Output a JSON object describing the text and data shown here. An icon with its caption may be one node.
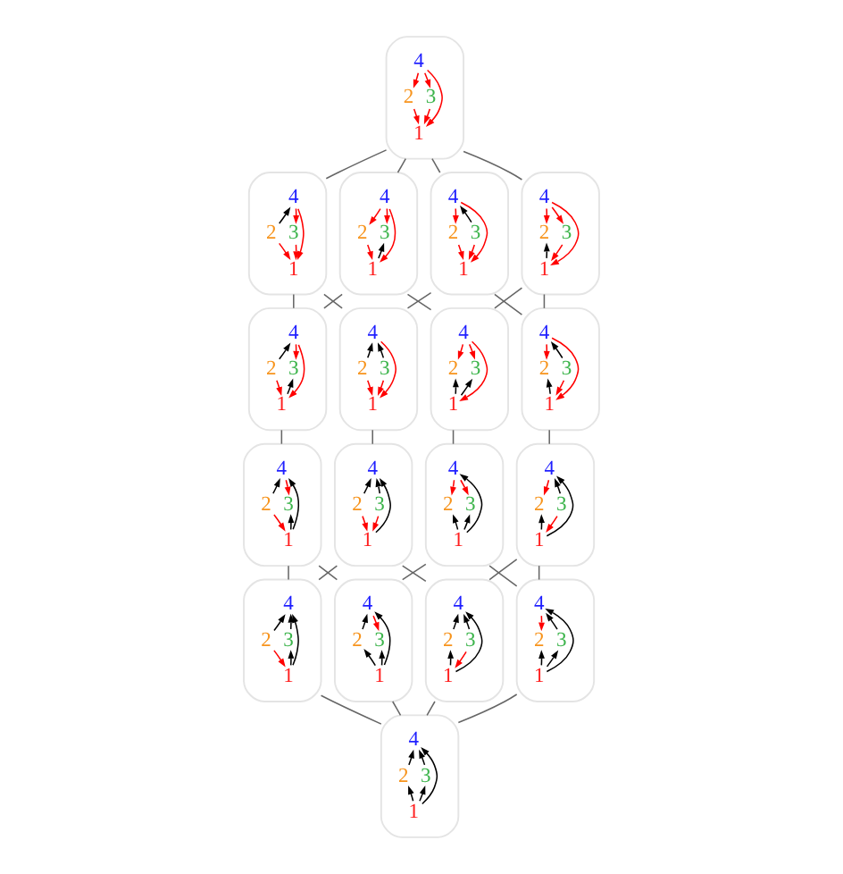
{
  "diagram": {
    "nodes": [
      {
        "text": [],
        "shape": "group"
      },
      {
        "text": [
          "4"
        ],
        "in": 0
      },
      {
        "text": [
          "2"
        ],
        "in": 0
      },
      {
        "text": [
          "3"
        ],
        "in": 0
      },
      {
        "text": [
          "1"
        ],
        "in": 0
      },
      {
        "text": [],
        "shape": "group"
      },
      {
        "text": [
          "4"
        ],
        "in": 5
      },
      {
        "text": [
          "2"
        ],
        "in": 5
      },
      {
        "text": [
          "3"
        ],
        "in": 5
      },
      {
        "text": [
          "1"
        ],
        "in": 5
      },
      {
        "text": [],
        "shape": "group"
      },
      {
        "text": [
          "4"
        ],
        "in": 10
      },
      {
        "text": [
          "2"
        ],
        "in": 10
      },
      {
        "text": [
          "3"
        ],
        "in": 10
      },
      {
        "text": [
          "1"
        ],
        "in": 10
      },
      {
        "text": [],
        "shape": "group"
      },
      {
        "text": [
          "4"
        ],
        "in": 15
      },
      {
        "text": [
          "2"
        ],
        "in": 15
      },
      {
        "text": [
          "3"
        ],
        "in": 15
      },
      {
        "text": [
          "1"
        ],
        "in": 15
      },
      {
        "text": [],
        "shape": "group"
      },
      {
        "text": [
          "4"
        ],
        "in": 20
      },
      {
        "text": [
          "2"
        ],
        "in": 20
      },
      {
        "text": [
          "3"
        ],
        "in": 20
      },
      {
        "text": [
          "1"
        ],
        "in": 20
      },
      {
        "text": [],
        "shape": "group"
      },
      {
        "text": [
          "4"
        ],
        "in": 25
      },
      {
        "text": [
          "2"
        ],
        "in": 25
      },
      {
        "text": [
          "3"
        ],
        "in": 25
      },
      {
        "text": [
          "1"
        ],
        "in": 25
      },
      {
        "text": [],
        "shape": "group"
      },
      {
        "text": [
          "4"
        ],
        "in": 30
      },
      {
        "text": [
          "2"
        ],
        "in": 30
      },
      {
        "text": [
          "3"
        ],
        "in": 30
      },
      {
        "text": [
          "1"
        ],
        "in": 30
      },
      {
        "text": [],
        "shape": "group"
      },
      {
        "text": [
          "4"
        ],
        "in": 35
      },
      {
        "text": [
          "2"
        ],
        "in": 35
      },
      {
        "text": [
          "3"
        ],
        "in": 35
      },
      {
        "text": [
          "1"
        ],
        "in": 35
      },
      {
        "text": [],
        "shape": "group"
      },
      {
        "text": [
          "4"
        ],
        "in": 40
      },
      {
        "text": [
          "2"
        ],
        "in": 40
      },
      {
        "text": [
          "3"
        ],
        "in": 40
      },
      {
        "text": [
          "1"
        ],
        "in": 40
      },
      {
        "text": [],
        "shape": "group"
      },
      {
        "text": [
          "4"
        ],
        "in": 45
      },
      {
        "text": [
          "2"
        ],
        "in": 45
      },
      {
        "text": [
          "3"
        ],
        "in": 45
      },
      {
        "text": [
          "1"
        ],
        "in": 45
      },
      {
        "text": [],
        "shape": "group"
      },
      {
        "text": [
          "4"
        ],
        "in": 50
      },
      {
        "text": [
          "2"
        ],
        "in": 50
      },
      {
        "text": [
          "3"
        ],
        "in": 50
      },
      {
        "text": [
          "1"
        ],
        "in": 50
      },
      {
        "text": [],
        "shape": "group"
      },
      {
        "text": [
          "4"
        ],
        "in": 55
      },
      {
        "text": [
          "2"
        ],
        "in": 55
      },
      {
        "text": [
          "3"
        ],
        "in": 55
      },
      {
        "text": [
          "1"
        ],
        "in": 55
      },
      {
        "text": [],
        "shape": "group"
      },
      {
        "text": [
          "4"
        ],
        "in": 60
      },
      {
        "text": [
          "2"
        ],
        "in": 60
      },
      {
        "text": [
          "3"
        ],
        "in": 60
      },
      {
        "text": [
          "1"
        ],
        "in": 60
      },
      {
        "text": [],
        "shape": "group"
      },
      {
        "text": [
          "4"
        ],
        "in": 65
      },
      {
        "text": [
          "2"
        ],
        "in": 65
      },
      {
        "text": [
          "3"
        ],
        "in": 65
      },
      {
        "text": [
          "1"
        ],
        "in": 65
      },
      {
        "text": [],
        "shape": "group"
      },
      {
        "text": [
          "4"
        ],
        "in": 70
      },
      {
        "text": [
          "2"
        ],
        "in": 70
      },
      {
        "text": [
          "3"
        ],
        "in": 70
      },
      {
        "text": [
          "1"
        ],
        "in": 70
      },
      {
        "text": [],
        "shape": "group"
      },
      {
        "text": [
          "4"
        ],
        "in": 75
      },
      {
        "text": [
          "2"
        ],
        "in": 75
      },
      {
        "text": [
          "3"
        ],
        "in": 75
      },
      {
        "text": [
          "1"
        ],
        "in": 75
      },
      {
        "text": [],
        "shape": "group"
      },
      {
        "text": [
          "4"
        ],
        "in": 80
      },
      {
        "text": [
          "2"
        ],
        "in": 80
      },
      {
        "text": [
          "3"
        ],
        "in": 80
      },
      {
        "text": [
          "1"
        ],
        "in": 80
      },
      {
        "text": [],
        "shape": "group"
      },
      {
        "text": [
          "4"
        ],
        "in": 85
      },
      {
        "text": [
          "2"
        ],
        "in": 85
      },
      {
        "text": [
          "3"
        ],
        "in": 85
      },
      {
        "text": [
          "1"
        ],
        "in": 85
      }
    ],
    "edges": [
      {
        "from": 1,
        "to": 2,
        "arrow": "to",
        "color": "#ff0000"
      },
      {
        "from": 1,
        "to": 3,
        "arrow": "to",
        "color": "#ff0000"
      },
      {
        "from": 1,
        "to": 4,
        "arrow": "to",
        "color": "#ff0000"
      },
      {
        "from": 2,
        "to": 4,
        "arrow": "to",
        "color": "#ff0000"
      },
      {
        "from": 3,
        "to": 4,
        "arrow": "to",
        "color": "#ff0000"
      },
      {
        "from": 6,
        "to": 7,
        "arrow": "to",
        "color": "#ff0000"
      },
      {
        "from": 6,
        "to": 8,
        "arrow": "to",
        "color": "#ff0000"
      },
      {
        "from": 6,
        "to": 9,
        "arrow": "to",
        "color": "#ff0000"
      },
      {
        "from": 7,
        "to": 9,
        "arrow": "to",
        "color": "#ff0000"
      },
      {
        "from": 9,
        "to": 8,
        "arrow": "to",
        "color": "#000000"
      },
      {
        "from": 12,
        "to": 11,
        "arrow": "to",
        "color": "#000000"
      },
      {
        "from": 11,
        "to": 13,
        "arrow": "to",
        "color": "#ff0000"
      },
      {
        "from": 11,
        "to": 14,
        "arrow": "to",
        "color": "#ff0000"
      },
      {
        "from": 12,
        "to": 14,
        "arrow": "to",
        "color": "#ff0000"
      },
      {
        "from": 13,
        "to": 14,
        "arrow": "to",
        "color": "#ff0000"
      },
      {
        "from": 16,
        "to": 17,
        "arrow": "to",
        "color": "#ff0000"
      },
      {
        "from": 18,
        "to": 16,
        "arrow": "to",
        "color": "#000000"
      },
      {
        "from": 16,
        "to": 19,
        "arrow": "to",
        "color": "#ff0000"
      },
      {
        "from": 17,
        "to": 19,
        "arrow": "to",
        "color": "#ff0000"
      },
      {
        "from": 18,
        "to": 19,
        "arrow": "to",
        "color": "#ff0000"
      },
      {
        "from": 21,
        "to": 22,
        "arrow": "to",
        "color": "#ff0000"
      },
      {
        "from": 21,
        "to": 23,
        "arrow": "to",
        "color": "#ff0000"
      },
      {
        "from": 21,
        "to": 24,
        "arrow": "to",
        "color": "#ff0000"
      },
      {
        "from": 24,
        "to": 22,
        "arrow": "to",
        "color": "#000000"
      },
      {
        "from": 23,
        "to": 24,
        "arrow": "to",
        "color": "#ff0000"
      },
      {
        "from": 26,
        "to": 27,
        "arrow": "to",
        "color": "#ff0000"
      },
      {
        "from": 26,
        "to": 28,
        "arrow": "to",
        "color": "#ff0000"
      },
      {
        "from": 26,
        "to": 29,
        "arrow": "to",
        "color": "#ff0000"
      },
      {
        "from": 29,
        "to": 27,
        "arrow": "to",
        "color": "#000000"
      },
      {
        "from": 29,
        "to": 28,
        "arrow": "to",
        "color": "#000000"
      },
      {
        "from": 32,
        "to": 31,
        "arrow": "to",
        "color": "#000000"
      },
      {
        "from": 31,
        "to": 33,
        "arrow": "to",
        "color": "#ff0000"
      },
      {
        "from": 31,
        "to": 34,
        "arrow": "to",
        "color": "#ff0000"
      },
      {
        "from": 32,
        "to": 34,
        "arrow": "to",
        "color": "#ff0000"
      },
      {
        "from": 34,
        "to": 33,
        "arrow": "to",
        "color": "#000000"
      },
      {
        "from": 36,
        "to": 37,
        "arrow": "to",
        "color": "#ff0000"
      },
      {
        "from": 36,
        "to": 38,
        "arrow": "to",
        "color": "#ff0000"
      },
      {
        "from": 39,
        "to": 36,
        "arrow": "to",
        "color": "#000000"
      },
      {
        "from": 39,
        "to": 37,
        "arrow": "to",
        "color": "#000000"
      },
      {
        "from": 39,
        "to": 38,
        "arrow": "to",
        "color": "#000000"
      },
      {
        "from": 41,
        "to": 42,
        "arrow": "to",
        "color": "#ff0000"
      },
      {
        "from": 43,
        "to": 41,
        "arrow": "to",
        "color": "#000000"
      },
      {
        "from": 41,
        "to": 44,
        "arrow": "to",
        "color": "#ff0000"
      },
      {
        "from": 44,
        "to": 42,
        "arrow": "to",
        "color": "#000000"
      },
      {
        "from": 43,
        "to": 44,
        "arrow": "to",
        "color": "#ff0000"
      },
      {
        "from": 47,
        "to": 46,
        "arrow": "to",
        "color": "#000000"
      },
      {
        "from": 46,
        "to": 48,
        "arrow": "to",
        "color": "#ff0000"
      },
      {
        "from": 49,
        "to": 46,
        "arrow": "to",
        "color": "#000000"
      },
      {
        "from": 47,
        "to": 49,
        "arrow": "to",
        "color": "#ff0000"
      },
      {
        "from": 49,
        "to": 48,
        "arrow": "to",
        "color": "#000000"
      },
      {
        "from": 52,
        "to": 51,
        "arrow": "to",
        "color": "#000000"
      },
      {
        "from": 53,
        "to": 51,
        "arrow": "to",
        "color": "#000000"
      },
      {
        "from": 51,
        "to": 54,
        "arrow": "to",
        "color": "#ff0000"
      },
      {
        "from": 52,
        "to": 54,
        "arrow": "to",
        "color": "#ff0000"
      },
      {
        "from": 53,
        "to": 54,
        "arrow": "to",
        "color": "#ff0000"
      },
      {
        "from": 56,
        "to": 57,
        "arrow": "to",
        "color": "#ff0000"
      },
      {
        "from": 58,
        "to": 56,
        "arrow": "to",
        "color": "#000000"
      },
      {
        "from": 59,
        "to": 56,
        "arrow": "to",
        "color": "#000000"
      },
      {
        "from": 59,
        "to": 57,
        "arrow": "to",
        "color": "#000000"
      },
      {
        "from": 58,
        "to": 59,
        "arrow": "to",
        "color": "#ff0000"
      },
      {
        "from": 62,
        "to": 61,
        "arrow": "to",
        "color": "#000000"
      },
      {
        "from": 63,
        "to": 61,
        "arrow": "to",
        "color": "#000000"
      },
      {
        "from": 64,
        "to": 61,
        "arrow": "to",
        "color": "#000000"
      },
      {
        "from": 62,
        "to": 64,
        "arrow": "to",
        "color": "#ff0000"
      },
      {
        "from": 63,
        "to": 64,
        "arrow": "to",
        "color": "#ff0000"
      },
      {
        "from": 67,
        "to": 66,
        "arrow": "to",
        "color": "#000000"
      },
      {
        "from": 68,
        "to": 66,
        "arrow": "to",
        "color": "#000000"
      },
      {
        "from": 69,
        "to": 66,
        "arrow": "to",
        "color": "#000000"
      },
      {
        "from": 67,
        "to": 69,
        "arrow": "to",
        "color": "#ff0000"
      },
      {
        "from": 69,
        "to": 68,
        "arrow": "to",
        "color": "#000000"
      },
      {
        "from": 72,
        "to": 71,
        "arrow": "to",
        "color": "#000000"
      },
      {
        "from": 71,
        "to": 73,
        "arrow": "to",
        "color": "#ff0000"
      },
      {
        "from": 74,
        "to": 71,
        "arrow": "to",
        "color": "#000000"
      },
      {
        "from": 74,
        "to": 72,
        "arrow": "to",
        "color": "#000000"
      },
      {
        "from": 74,
        "to": 73,
        "arrow": "to",
        "color": "#000000"
      },
      {
        "from": 76,
        "to": 77,
        "arrow": "to",
        "color": "#ff0000"
      },
      {
        "from": 78,
        "to": 76,
        "arrow": "to",
        "color": "#000000"
      },
      {
        "from": 79,
        "to": 76,
        "arrow": "to",
        "color": "#000000"
      },
      {
        "from": 79,
        "to": 77,
        "arrow": "to",
        "color": "#000000"
      },
      {
        "from": 79,
        "to": 78,
        "arrow": "to",
        "color": "#000000"
      },
      {
        "from": 82,
        "to": 81,
        "arrow": "to",
        "color": "#000000"
      },
      {
        "from": 83,
        "to": 81,
        "arrow": "to",
        "color": "#000000"
      },
      {
        "from": 84,
        "to": 81,
        "arrow": "to",
        "color": "#000000"
      },
      {
        "from": 84,
        "to": 82,
        "arrow": "to",
        "color": "#000000"
      },
      {
        "from": 83,
        "to": 84,
        "arrow": "to",
        "color": "#ff0000"
      },
      {
        "from": 87,
        "to": 86,
        "arrow": "to",
        "color": "#000000"
      },
      {
        "from": 88,
        "to": 86,
        "arrow": "to",
        "color": "#000000"
      },
      {
        "from": 89,
        "to": 86,
        "arrow": "to",
        "color": "#000000"
      },
      {
        "from": 89,
        "to": 87,
        "arrow": "to",
        "color": "#000000"
      },
      {
        "from": 89,
        "to": 88,
        "arrow": "to",
        "color": "#000000"
      },
      {
        "from": 0,
        "to": 5,
        "arrow": "none",
        "color": "#666666"
      },
      {
        "from": 0,
        "to": 10,
        "arrow": "none",
        "color": "#666666"
      },
      {
        "from": 0,
        "to": 15,
        "arrow": "none",
        "color": "#666666"
      },
      {
        "from": 0,
        "to": 20,
        "arrow": "none",
        "color": "#666666"
      },
      {
        "from": 5,
        "to": 25,
        "arrow": "none",
        "color": "#666666"
      },
      {
        "from": 5,
        "to": 30,
        "arrow": "none",
        "color": "#666666"
      },
      {
        "from": 10,
        "to": 30,
        "arrow": "none",
        "color": "#666666"
      },
      {
        "from": 10,
        "to": 50,
        "arrow": "none",
        "color": "#666666"
      },
      {
        "from": 15,
        "to": 50,
        "arrow": "none",
        "color": "#666666"
      },
      {
        "from": 15,
        "to": 40,
        "arrow": "none",
        "color": "#666666"
      },
      {
        "from": 20,
        "to": 25,
        "arrow": "none",
        "color": "#666666"
      },
      {
        "from": 20,
        "to": 40,
        "arrow": "none",
        "color": "#666666"
      },
      {
        "from": 25,
        "to": 35,
        "arrow": "none",
        "color": "#666666"
      },
      {
        "from": 30,
        "to": 45,
        "arrow": "none",
        "color": "#666666"
      },
      {
        "from": 40,
        "to": 55,
        "arrow": "none",
        "color": "#666666"
      },
      {
        "from": 50,
        "to": 60,
        "arrow": "none",
        "color": "#666666"
      },
      {
        "from": 35,
        "to": 70,
        "arrow": "none",
        "color": "#666666"
      },
      {
        "from": 35,
        "to": 75,
        "arrow": "none",
        "color": "#666666"
      },
      {
        "from": 45,
        "to": 65,
        "arrow": "none",
        "color": "#666666"
      },
      {
        "from": 45,
        "to": 70,
        "arrow": "none",
        "color": "#666666"
      },
      {
        "from": 55,
        "to": 80,
        "arrow": "none",
        "color": "#666666"
      },
      {
        "from": 55,
        "to": 75,
        "arrow": "none",
        "color": "#666666"
      },
      {
        "from": 60,
        "to": 65,
        "arrow": "none",
        "color": "#666666"
      },
      {
        "from": 60,
        "to": 80,
        "arrow": "none",
        "color": "#666666"
      },
      {
        "from": 65,
        "to": 85,
        "arrow": "none",
        "color": "#666666"
      },
      {
        "from": 70,
        "to": 85,
        "arrow": "none",
        "color": "#666666"
      },
      {
        "from": 75,
        "to": 85,
        "arrow": "none",
        "color": "#666666"
      },
      {
        "from": 80,
        "to": 85,
        "arrow": "none",
        "color": "#666666"
      }
    ]
  }
}
